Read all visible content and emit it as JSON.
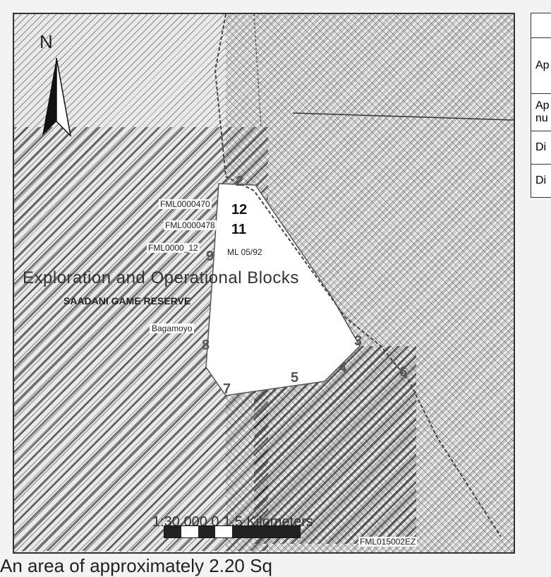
{
  "map": {
    "title": "Exploration and Operational Blocks",
    "north_label": "N",
    "reserve_label": "SAADANI GAME RESERVE",
    "town_label": "Bagamoyo",
    "licences": [
      "FML0000470",
      "FML0000478",
      "FML0000_12",
      "ML 05/92",
      "FML015002EZ"
    ],
    "points": [
      "2",
      "12",
      "11",
      "3",
      "4",
      "5",
      "6",
      "7",
      "8",
      "9"
    ],
    "scale_text": "1:30,000  0   1.5 Kilometers"
  },
  "table": {
    "rows": [
      "",
      "Ap",
      "Ap nu",
      "Di",
      "Di"
    ]
  },
  "caption": "An area of approximately 2.20 Sq"
}
